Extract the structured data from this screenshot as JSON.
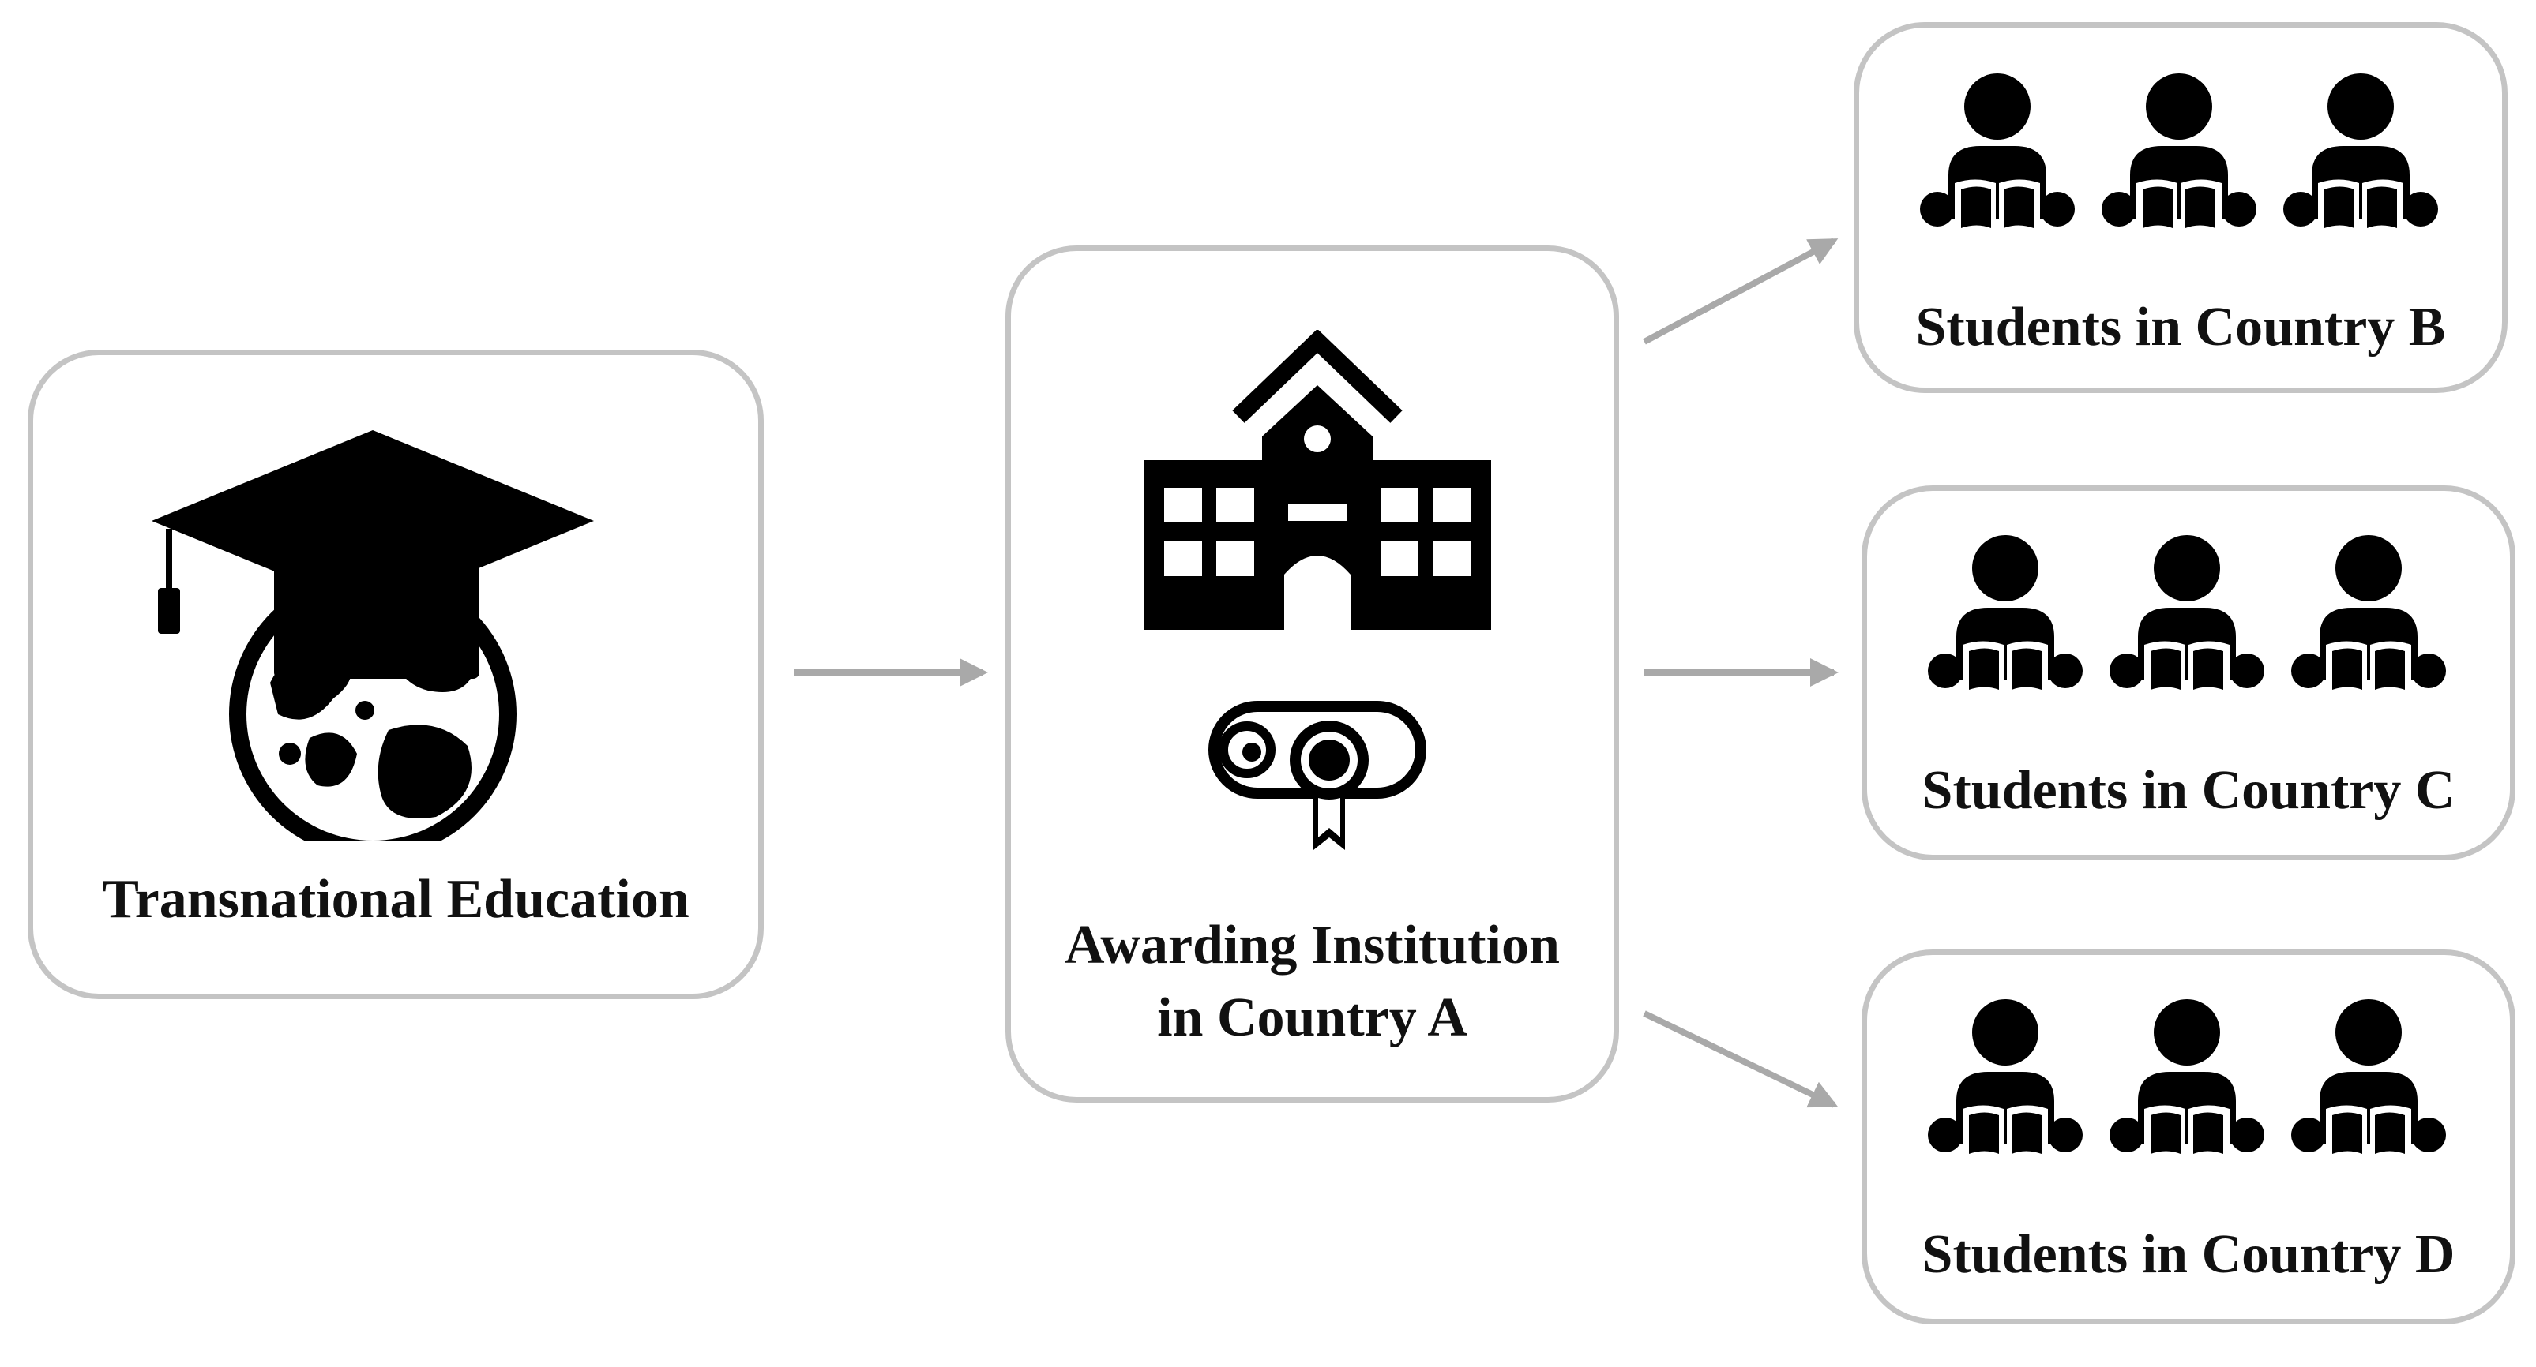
{
  "colors": {
    "box_border": "#c4c4c4",
    "arrow": "#a9a9a9",
    "icon": "#000000",
    "text": "#111111"
  },
  "nodes": {
    "transnational": {
      "label": "Transnational Education",
      "icon": "graduation-cap-globe-icon"
    },
    "institution": {
      "label_line1": "Awarding Institution",
      "label_line2": "in Country A",
      "icons": [
        "school-building-icon",
        "diploma-scroll-icon"
      ]
    },
    "country_b": {
      "label": "Students in Country B",
      "icon": "reading-students-icon"
    },
    "country_c": {
      "label": "Students in Country C",
      "icon": "reading-students-icon"
    },
    "country_d": {
      "label": "Students in Country D",
      "icon": "reading-students-icon"
    }
  },
  "edges": [
    {
      "from": "transnational",
      "to": "institution"
    },
    {
      "from": "institution",
      "to": "country_b"
    },
    {
      "from": "institution",
      "to": "country_c"
    },
    {
      "from": "institution",
      "to": "country_d"
    }
  ]
}
